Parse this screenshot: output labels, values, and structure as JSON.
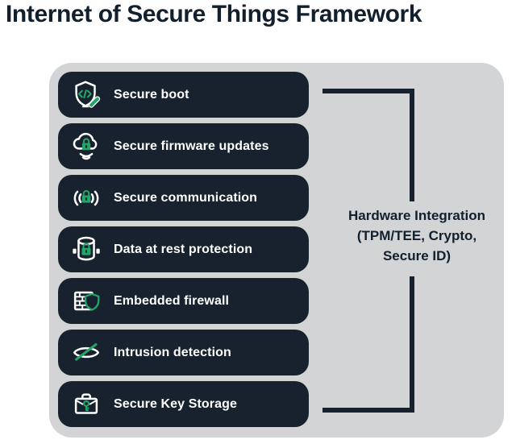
{
  "title": "Internet of Secure Things Framework",
  "features": {
    "items": [
      {
        "label": "Secure boot",
        "icon": "secure-boot-icon"
      },
      {
        "label": "Secure firmware updates",
        "icon": "firmware-update-icon"
      },
      {
        "label": "Secure communication",
        "icon": "secure-communication-icon"
      },
      {
        "label": "Data at rest protection",
        "icon": "data-at-rest-icon"
      },
      {
        "label": "Embedded firewall",
        "icon": "embedded-firewall-icon"
      },
      {
        "label": "Intrusion detection",
        "icon": "intrusion-detection-icon"
      },
      {
        "label": "Secure Key Storage",
        "icon": "secure-key-storage-icon"
      }
    ]
  },
  "annotation": {
    "line1": "Hardware Integration",
    "line2": "(TPM/TEE, Crypto,",
    "line3": "Secure ID)"
  },
  "colors": {
    "navy": "#17222e",
    "title_navy": "#121f2c",
    "green": "#23a468",
    "panel_gray": "#d2d4d6",
    "white": "#ffffff"
  }
}
